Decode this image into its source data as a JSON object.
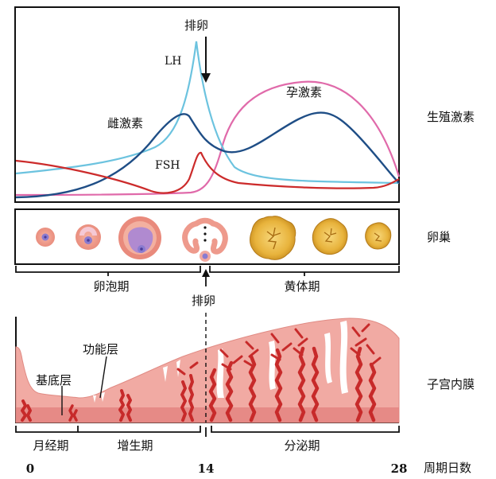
{
  "hormone_panel": {
    "lh_label": "LH",
    "fsh_label": "FSH",
    "estrogen_label": "雌激素",
    "progesterone_label": "孕激素",
    "ovulation_label": "排卵",
    "row_title": "生殖激素",
    "colors": {
      "lh": "#6cc3df",
      "fsh": "#cc2b2b",
      "estrogen": "#1f4e86",
      "progesterone": "#e06aaa"
    }
  },
  "ovary_panel": {
    "row_title": "卵巢",
    "follicular_label": "卵泡期",
    "luteal_label": "黄体期",
    "ovulation_label": "排卵"
  },
  "endometrium_panel": {
    "row_title": "子宫内膜",
    "functional_layer_label": "功能层",
    "basal_layer_label": "基底层",
    "menstrual_label": "月经期",
    "proliferative_label": "增生期",
    "secretory_label": "分泌期"
  },
  "axis": {
    "title": "周期日数",
    "ticks": [
      "0",
      "14",
      "28"
    ]
  }
}
